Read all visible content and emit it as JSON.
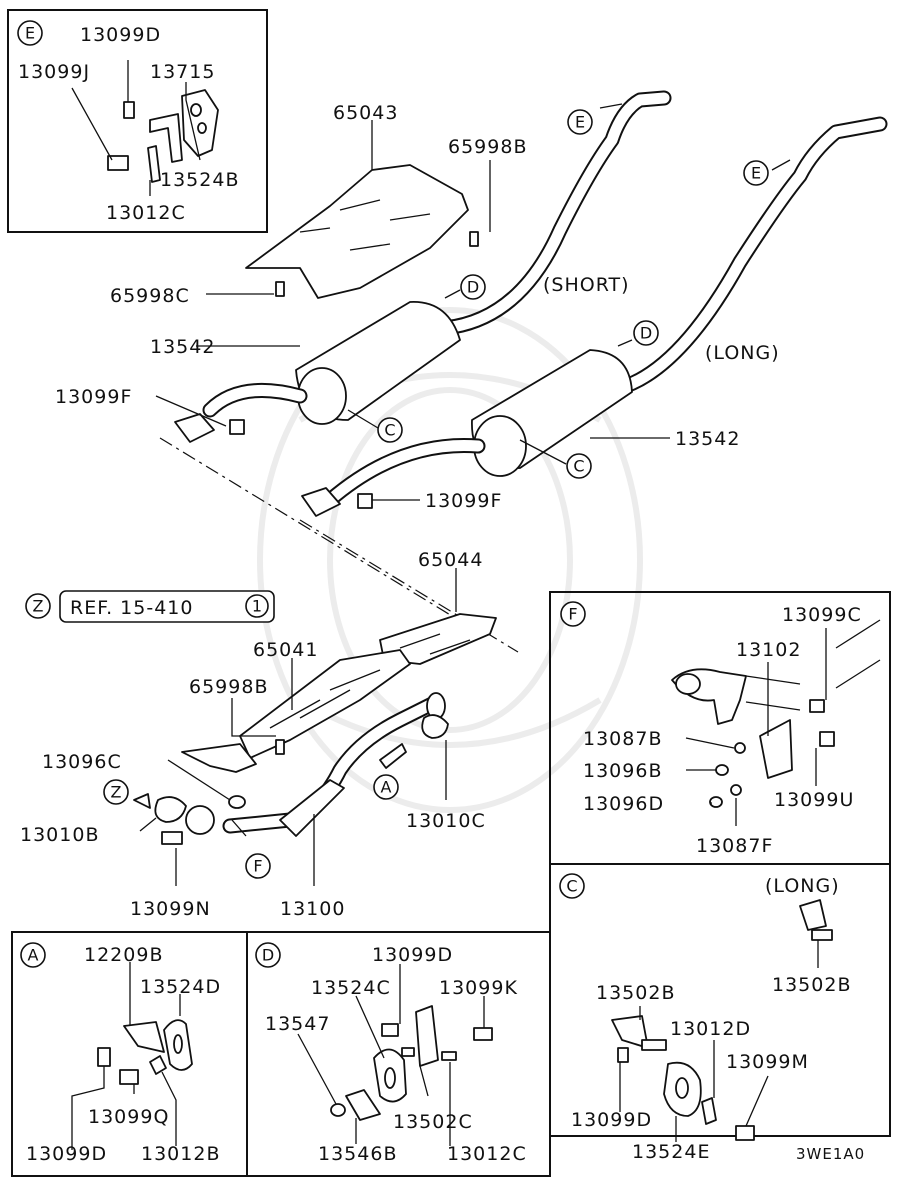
{
  "diagram": {
    "code": "3WE1A0",
    "parts": {
      "p65043": "65043",
      "p65998B_top": "65998B",
      "p65998C": "65998C",
      "p13542_short": "13542",
      "p13099F_left": "13099F",
      "p13542_long": "13542",
      "p13099F_right": "13099F",
      "p65044": "65044",
      "p65041": "65041",
      "p65998B_mid": "65998B",
      "p13096C": "13096C",
      "p13010B": "13010B",
      "p13099N": "13099N",
      "p13100": "13100",
      "p13010C": "13010C"
    },
    "variants": {
      "short": "(SHORT)",
      "long": "(LONG)"
    },
    "ref": {
      "zone": "Z",
      "text": "REF. 15-410",
      "num": "1"
    },
    "markers": {
      "A": "A",
      "C": "C",
      "D": "D",
      "E": "E",
      "F": "F",
      "Z": "Z"
    },
    "detail_E": {
      "tag": "E",
      "labels": [
        "13099D",
        "13099J",
        "13715",
        "13524B",
        "13012C"
      ]
    },
    "detail_F": {
      "tag": "F",
      "labels": [
        "13099C",
        "13102",
        "13087B",
        "13096B",
        "13096D",
        "13099U",
        "13087F"
      ]
    },
    "detail_C": {
      "tag": "C",
      "variant": "(LONG)",
      "labels": [
        "13502B",
        "13502B",
        "13012D",
        "13099M",
        "13099D",
        "13524E"
      ]
    },
    "detail_A": {
      "tag": "A",
      "labels": [
        "12209B",
        "13524D",
        "13099Q",
        "13099D",
        "13012B"
      ]
    },
    "detail_D": {
      "tag": "D",
      "labels": [
        "13099D",
        "13524C",
        "13099K",
        "13547",
        "13502C",
        "13546B",
        "13012C"
      ]
    }
  }
}
